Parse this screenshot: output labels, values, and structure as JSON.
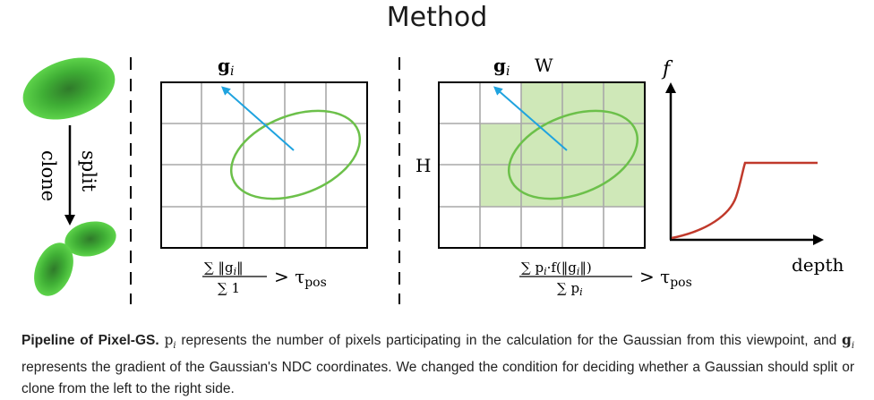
{
  "title": "Method",
  "left_panel": {
    "split_label": "split",
    "clone_label": "clone"
  },
  "middle_panel": {
    "grad_label": "g",
    "grad_sub": "i",
    "formula_num": "∑ ‖g",
    "formula_num_sub": "i",
    "formula_num_end": "‖",
    "formula_den": "∑ 1",
    "formula_rel": "> τ",
    "formula_rel_sub": "pos"
  },
  "right_panel": {
    "grad_label": "g",
    "grad_sub": "i",
    "w_label": "W",
    "h_label": "H",
    "formula_num": "∑ p",
    "formula_num_sub": "i",
    "formula_num_mid": "·f(‖g",
    "formula_num_sub2": "i",
    "formula_num_end": "‖)",
    "formula_den": "∑ p",
    "formula_den_sub": "i",
    "formula_rel": "> τ",
    "formula_rel_sub": "pos"
  },
  "graph_panel": {
    "y_label": "f",
    "x_label": "depth"
  },
  "caption": {
    "lead": "Pipeline of Pixel-GS.",
    "p_symbol": "p",
    "p_sub": "i",
    "text1": "represents the number of pixels participating in the calculation for the Gaussian from this viewpoint, and",
    "g_symbol": "g",
    "g_sub": "i",
    "text2": "represents the gradient of the Gaussian's NDC coordinates. We changed the condition for deciding whether a Gaussian should split or clone from the left to the right side."
  },
  "colors": {
    "ellipse": "#6cc04a",
    "fill_region": "#cfe8b8",
    "arrow_blue": "#1fa3df",
    "curve_red": "#c0392b"
  }
}
